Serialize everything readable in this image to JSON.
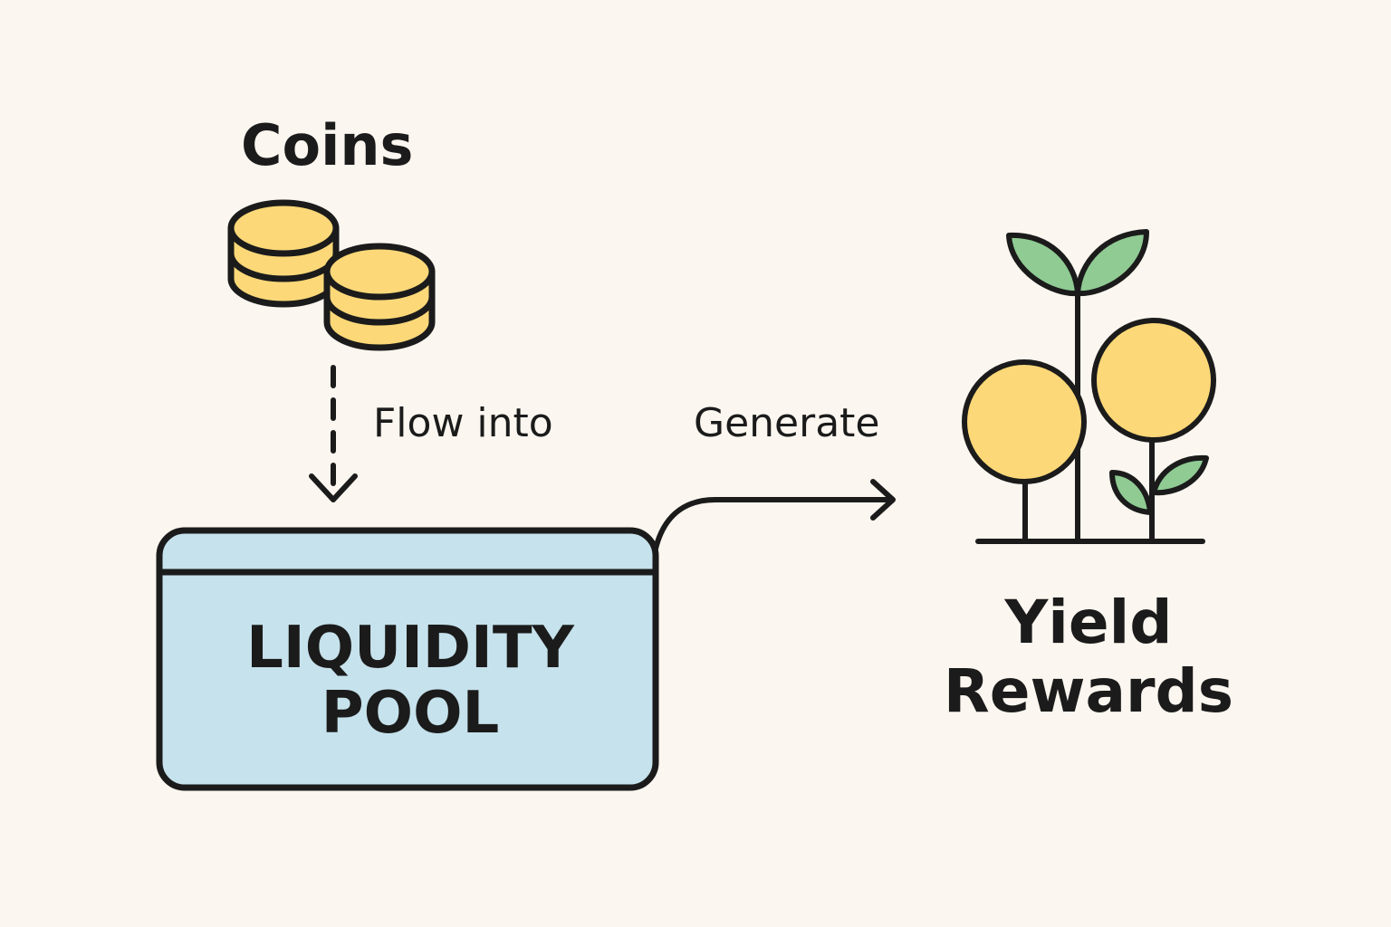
{
  "colors": {
    "background": "#fbf6ef",
    "outline": "#1b1b1b",
    "coin_fill": "#fcd878",
    "pool_fill": "#c6e2ec",
    "leaf_fill": "#8fcb93"
  },
  "coins": {
    "title": "Coins",
    "icon": "coin-stacks-icon"
  },
  "flow": {
    "label": "Flow into",
    "icon": "dashed-down-arrow-icon"
  },
  "pool": {
    "line1": "LIQUIDITY",
    "line2": "POOL"
  },
  "generate": {
    "label": "Generate",
    "icon": "curved-right-arrow-icon"
  },
  "rewards": {
    "line1": "Yield",
    "line2": "Rewards",
    "icon": "coin-plant-icon"
  }
}
